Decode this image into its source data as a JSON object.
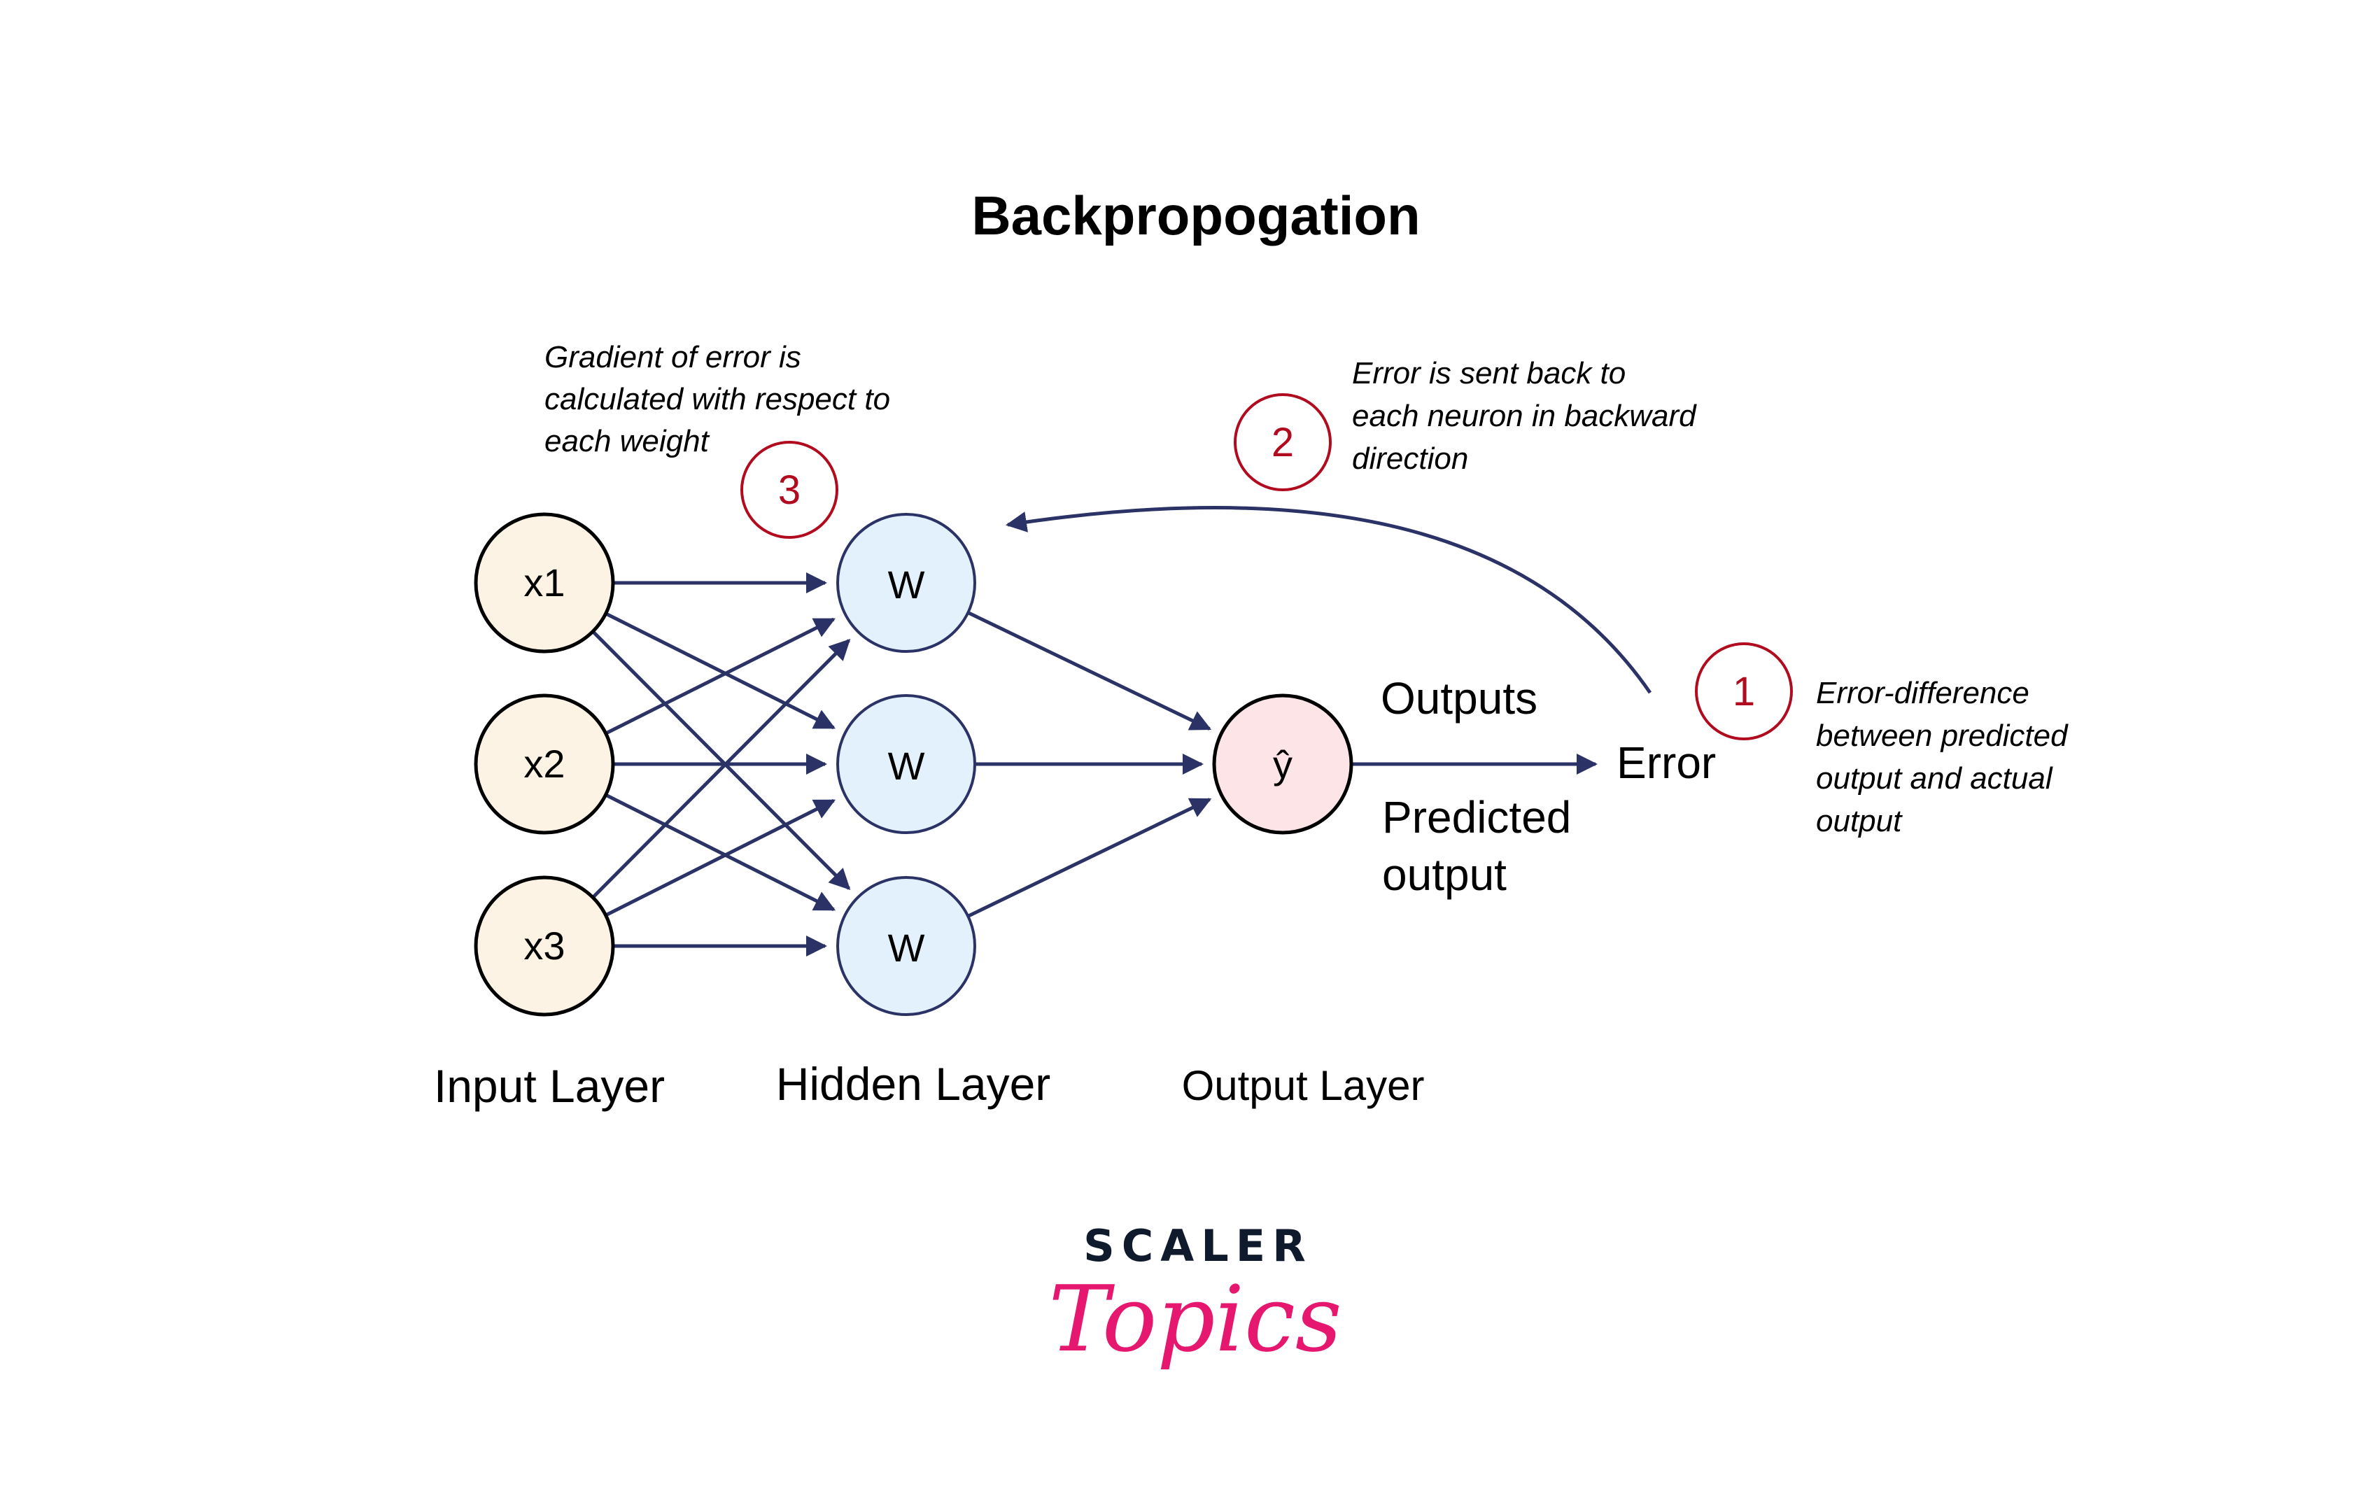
{
  "title": "Backpropogation",
  "colors": {
    "edge": "#2b3366",
    "input_fill": "#fdf3e4",
    "input_stroke": "#000000",
    "hidden_fill": "#e3f1fd",
    "hidden_stroke": "#2b3366",
    "output_fill": "#fde4e6",
    "output_stroke": "#000000",
    "step_color": "#b00b1e",
    "logo_dark": "#0f1a2c",
    "logo_pink": "#e5176f"
  },
  "layers": {
    "input": {
      "label": "Input Layer",
      "nodes": [
        "x1",
        "x2",
        "x3"
      ]
    },
    "hidden": {
      "label": "Hidden Layer",
      "nodes": [
        "W",
        "W",
        "W"
      ]
    },
    "output": {
      "label": "Output Layer",
      "node": "ŷ"
    }
  },
  "output_labels": {
    "outputs": "Outputs",
    "predicted_line1": "Predicted",
    "predicted_line2": "output",
    "error": "Error"
  },
  "steps": [
    {
      "number": "1",
      "lines": [
        "Error-difference",
        "between predicted",
        "output and actual",
        "output"
      ]
    },
    {
      "number": "2",
      "lines": [
        "Error is sent back to",
        "each neuron in backward",
        "direction"
      ]
    },
    {
      "number": "3",
      "lines": [
        "Gradient of error is",
        "calculated with respect to",
        "each weight"
      ]
    }
  ],
  "logo": {
    "brand": "SCALER",
    "product": "Topics"
  }
}
